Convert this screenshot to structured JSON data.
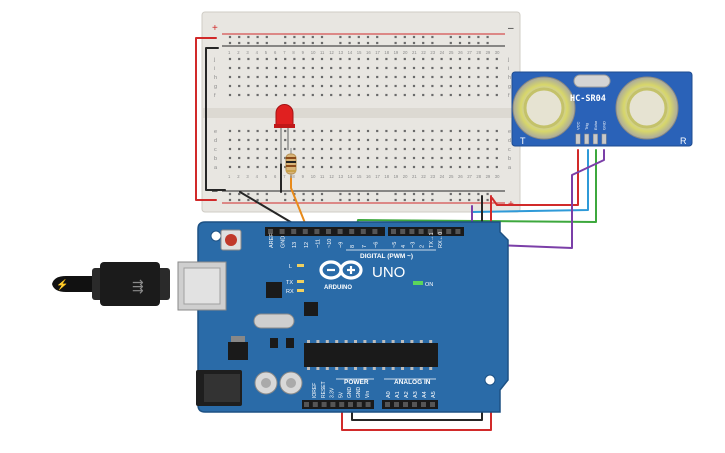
{
  "colors": {
    "background": "#ffffff",
    "breadboard": "#e8e6e1",
    "arduino_board": "#2a6ba8",
    "sensor_board": "#2a62b8",
    "wire_red": "#d12a2a",
    "wire_black": "#262626",
    "wire_blue": "#2f9ad8",
    "wire_green": "#3da83d",
    "wire_purple": "#7b3fa8",
    "wire_orange": "#e88a1a",
    "led_red": "#e02020"
  },
  "breadboard": {
    "top_rail_plus": "+",
    "top_rail_minus": "–",
    "bottom_rail_minus": "–",
    "bottom_rail_plus": "+",
    "row_letters_top": [
      "j",
      "i",
      "h",
      "g",
      "f"
    ],
    "row_letters_bottom": [
      "e",
      "d",
      "c",
      "b",
      "a"
    ],
    "columns": [
      "1",
      "2",
      "3",
      "4",
      "5",
      "6",
      "7",
      "8",
      "9",
      "10",
      "11",
      "12",
      "13",
      "14",
      "15",
      "16",
      "17",
      "18",
      "19",
      "20",
      "21",
      "22",
      "23",
      "24",
      "25",
      "26",
      "27",
      "28",
      "29",
      "30"
    ]
  },
  "sensor": {
    "model": "HC-SR04",
    "pin_labels": [
      "VCC",
      "Trig",
      "Echo",
      "GND"
    ],
    "left_mark": "T",
    "right_mark": "R"
  },
  "arduino": {
    "top_header_labels": [
      "AREF",
      "GND",
      "13",
      "12",
      "~11",
      "~10",
      "~9",
      "8",
      "7",
      "~6",
      "~5",
      "4",
      "~3",
      "2",
      "TX→1",
      "RX←0"
    ],
    "digital_label": "DIGITAL (PWM ~)",
    "uno_label": "UNO",
    "brand_label": "ARDUINO",
    "led_l": "L",
    "led_tx": "TX",
    "led_rx": "RX",
    "on_label": "ON",
    "power_label": "POWER",
    "analog_label": "ANALOG IN",
    "power_pins": [
      "IOREF",
      "RESET",
      "3.3V",
      "5V",
      "GND",
      "GND",
      "Vin"
    ],
    "analog_pins": [
      "A0",
      "A1",
      "A2",
      "A3",
      "A4",
      "A5"
    ]
  }
}
